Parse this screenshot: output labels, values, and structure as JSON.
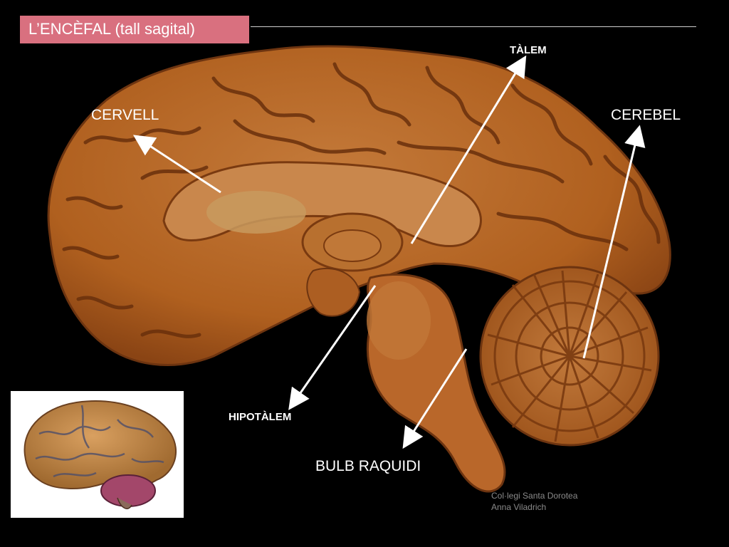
{
  "title": {
    "text": "L’ENCÈFAL (tall sagital)",
    "bg_color": "#d9707f"
  },
  "labels": {
    "cervell": "CERVELL",
    "talem": "TÀLEM",
    "cerebel": "CEREBEL",
    "hipotalem": "HIPOTÀLEM",
    "bulb": "BULB RAQUIDI"
  },
  "credit": {
    "line1": "Col·legi Santa Dorotea",
    "line2": "Anna Viladrich"
  },
  "colors": {
    "background": "#000000",
    "brain": "#b5651d",
    "brain_dark": "#7a3a10",
    "brain_light": "#c98a4c",
    "arrow": "#ffffff",
    "inset_cerebellum": "#a3476a"
  }
}
